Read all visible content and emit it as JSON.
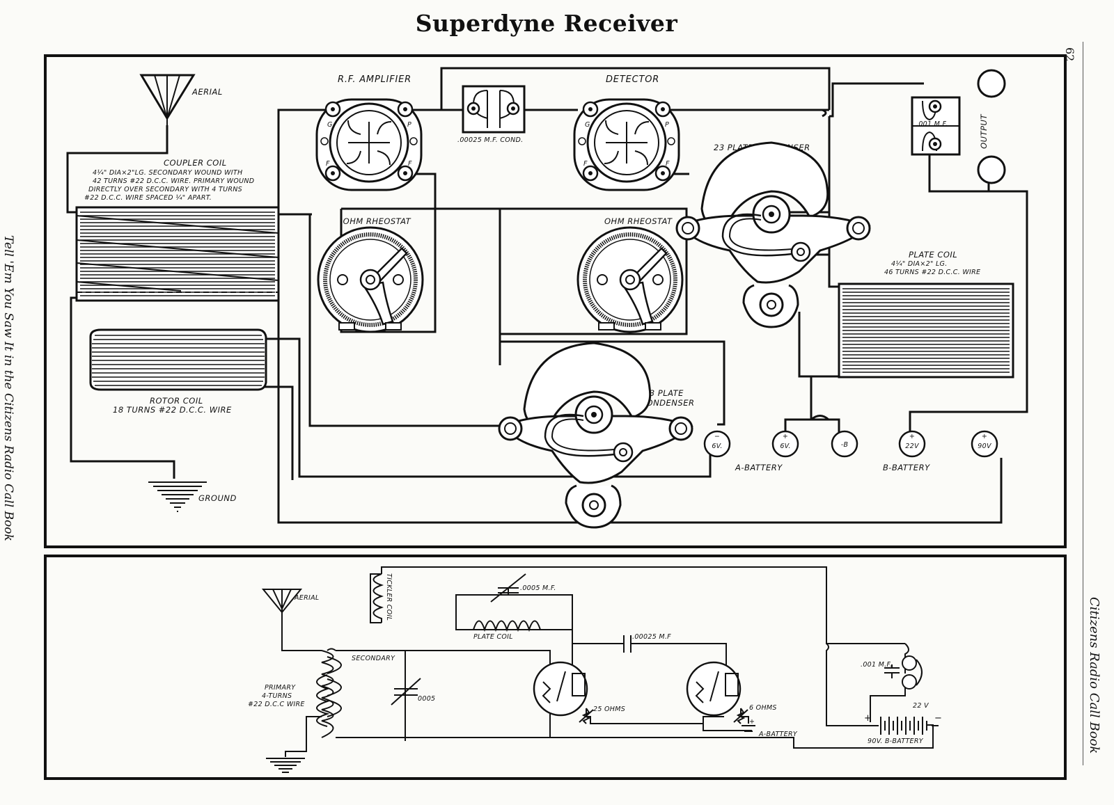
{
  "title": "Superdyne Receiver",
  "page_number": "62",
  "margin_left": "Tell 'Em You Saw It in the Citizens Radio Call Book",
  "margin_right": "Citizens Radio Call Book",
  "pictorial": {
    "aerial": "AERIAL",
    "ground": "GROUND",
    "coupler_title": "COUPLER COIL",
    "coupler_desc": [
      "4¼\" DIA×2\"LG. SECONDARY WOUND WITH",
      "42 TURNS #22 D.C.C. WIRE. PRIMARY WOUND",
      "DIRECTLY OVER SECONDARY WITH 4 TURNS",
      "#22 D.C.C. WIRE SPACED ¼\" APART."
    ],
    "rotor_title": "ROTOR COIL",
    "rotor_desc": "18 TURNS #22 D.C.C. WIRE",
    "rf_amplifier": "R.F. AMPLIFIER",
    "detector": "DETECTOR",
    "grid_cond": ".00025 M.F. COND.",
    "rheostat_left": "-OHM RHEOSTAT",
    "rheostat_right": "OHM RHEOSTAT",
    "plate_cond_upper": "23 PLATE CONDENSER",
    "plate_cond_lower": [
      "23 PLATE",
      "CONDENSER"
    ],
    "output_cond": ".001 M.F.",
    "output": "OUTPUT",
    "plate_coil_title": "PLATE COIL",
    "plate_coil_desc": [
      "4¼\" DIA×2\" LG.",
      "46 TURNS #22 D.C.C. WIRE"
    ],
    "socket_pins": {
      "g": "G",
      "p": "P",
      "f": "F"
    },
    "terminals": [
      "6V.",
      "6V.",
      "-B",
      "22V",
      "90V"
    ],
    "terminal_signs": [
      "−",
      "+",
      "",
      "+",
      "+"
    ],
    "a_battery": "A-BATTERY",
    "b_battery": "B-BATTERY"
  },
  "schematic": {
    "aerial": "AERIAL",
    "tickler": "TICKLER COIL",
    "var_cond": ".0005 M.F.",
    "plate_coil": "PLATE COIL",
    "grid_cond": ".00025 M.F",
    "secondary": "SECONDARY",
    "primary": [
      "PRIMARY",
      "4-TURNS",
      "#22 D.C.C WIRE"
    ],
    "tuning_cond": "0005",
    "rheostat_1": "25 OHMS",
    "rheostat_2": "6 OHMS",
    "a_battery": "A-BATTERY",
    "output_cond": ".001 M.F.",
    "b_tap": "22 V",
    "b_battery": "90V. B-BATTERY",
    "plus": "+",
    "minus": "−"
  }
}
